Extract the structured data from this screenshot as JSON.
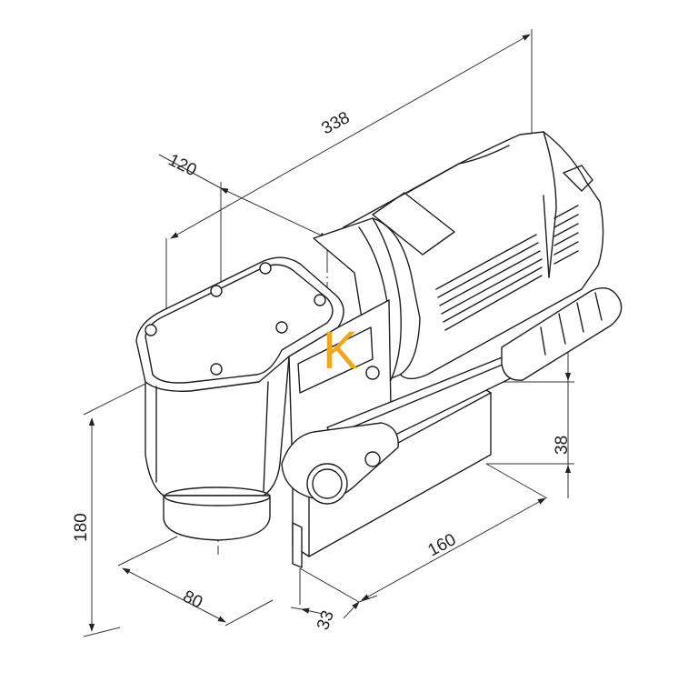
{
  "dimensions": {
    "overall_length": "338",
    "head_length": "120",
    "height": "180",
    "base_height": "38",
    "base_length": "160",
    "base_width": "80",
    "offset": "33"
  },
  "logo": {
    "letter": "K",
    "color": "#f3a51c"
  },
  "colors": {
    "line": "#1e1e1e",
    "background": "#ffffff"
  }
}
